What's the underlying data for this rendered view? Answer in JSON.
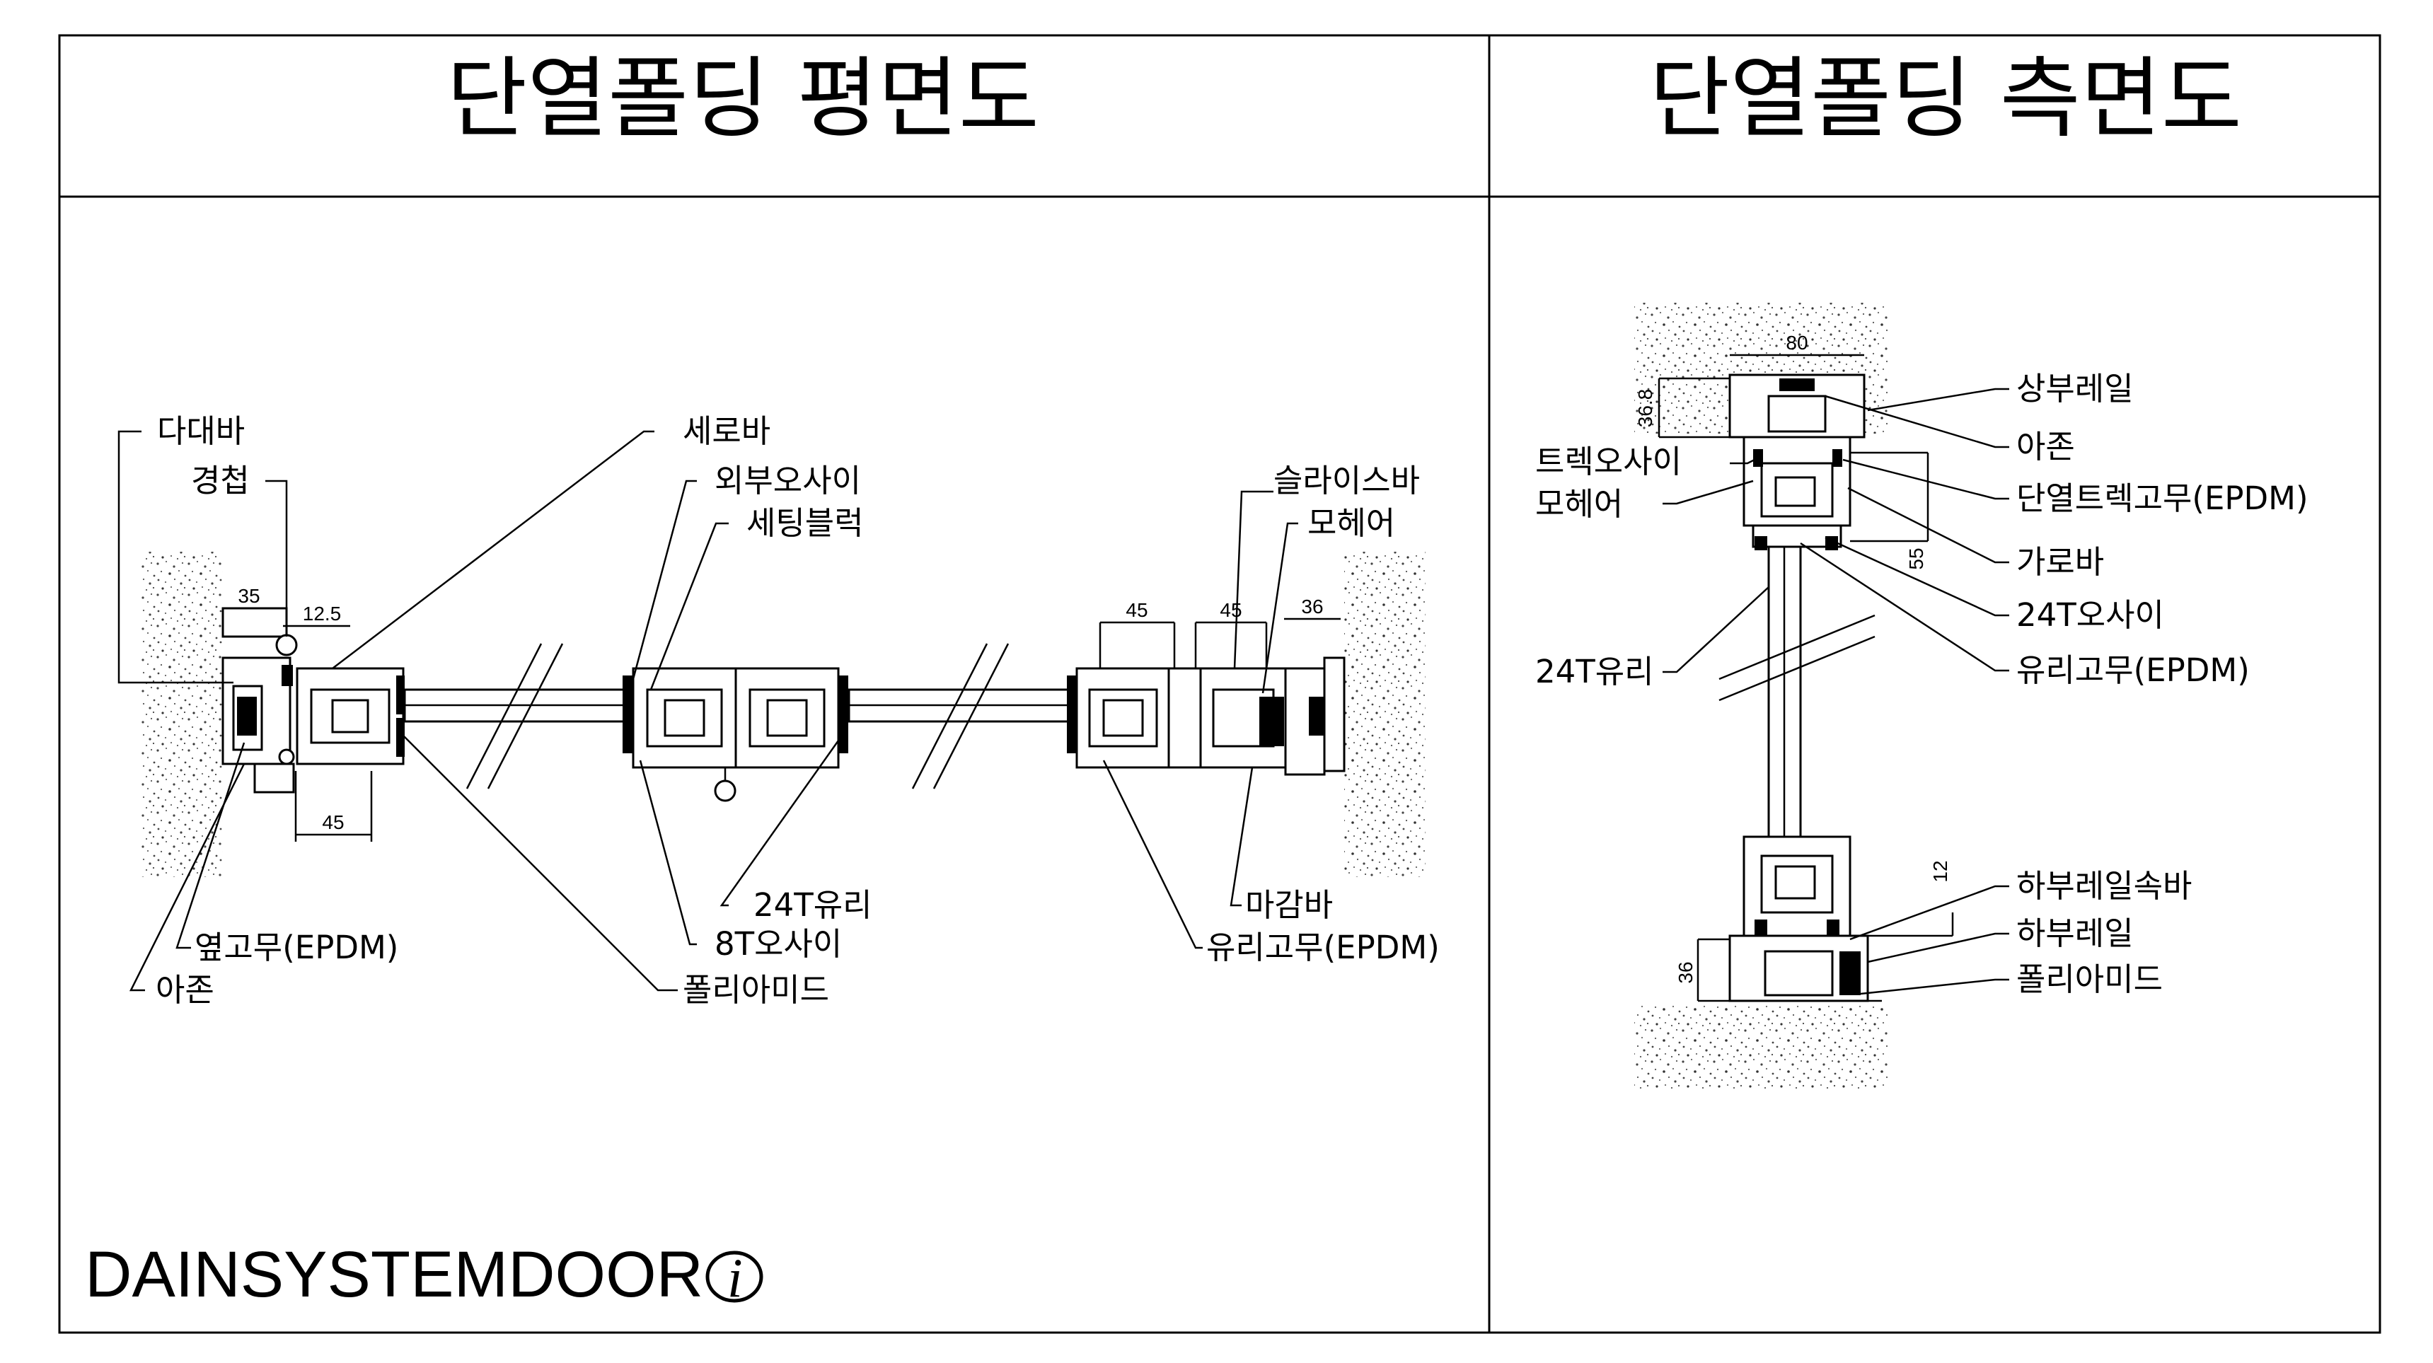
{
  "titles": {
    "plan": "단열폴딩 평면도",
    "side": "단열폴딩 측면도"
  },
  "logo": {
    "text": "DAINSYSTEMDOOR",
    "mark": "i"
  },
  "plan_labels": {
    "dadaeba": "다대바",
    "gyeongcheop": "경첩",
    "seroba": "세로바",
    "oebu_osai": "외부오사이",
    "seting_blok": "세팅블럭",
    "slaiseuba": "슬라이스바",
    "mohe_o": "모헤어",
    "glass_24t": "24T유리",
    "osai_8t": "8T오사이",
    "polyamide": "폴리아미드",
    "side_rubber": "옆고무(EPDM)",
    "ajon": "아존",
    "magamba": "마감바",
    "glass_rubber": "유리고무(EPDM)"
  },
  "plan_dims": {
    "d35": "35",
    "d12_5": "12.5",
    "d45_bottom": "45",
    "d45_a": "45",
    "d45_b": "45",
    "d36": "36"
  },
  "side_labels": {
    "top_rail": "상부레일",
    "ajon": "아존",
    "track_osai": "트렉오사이",
    "mohe_o": "모헤어",
    "thermal_track_rubber": "단열트렉고무(EPDM)",
    "garoba": "가로바",
    "osai_24t": "24T오사이",
    "glass_24t": "24T유리",
    "glass_rubber": "유리고무(EPDM)",
    "bottom_rail_inner": "하부레일속바",
    "bottom_rail": "하부레일",
    "polyamide": "폴리아미드"
  },
  "side_dims": {
    "d80": "80",
    "d36_8": "36.8",
    "d55": "55",
    "d12": "12",
    "d36": "36"
  }
}
